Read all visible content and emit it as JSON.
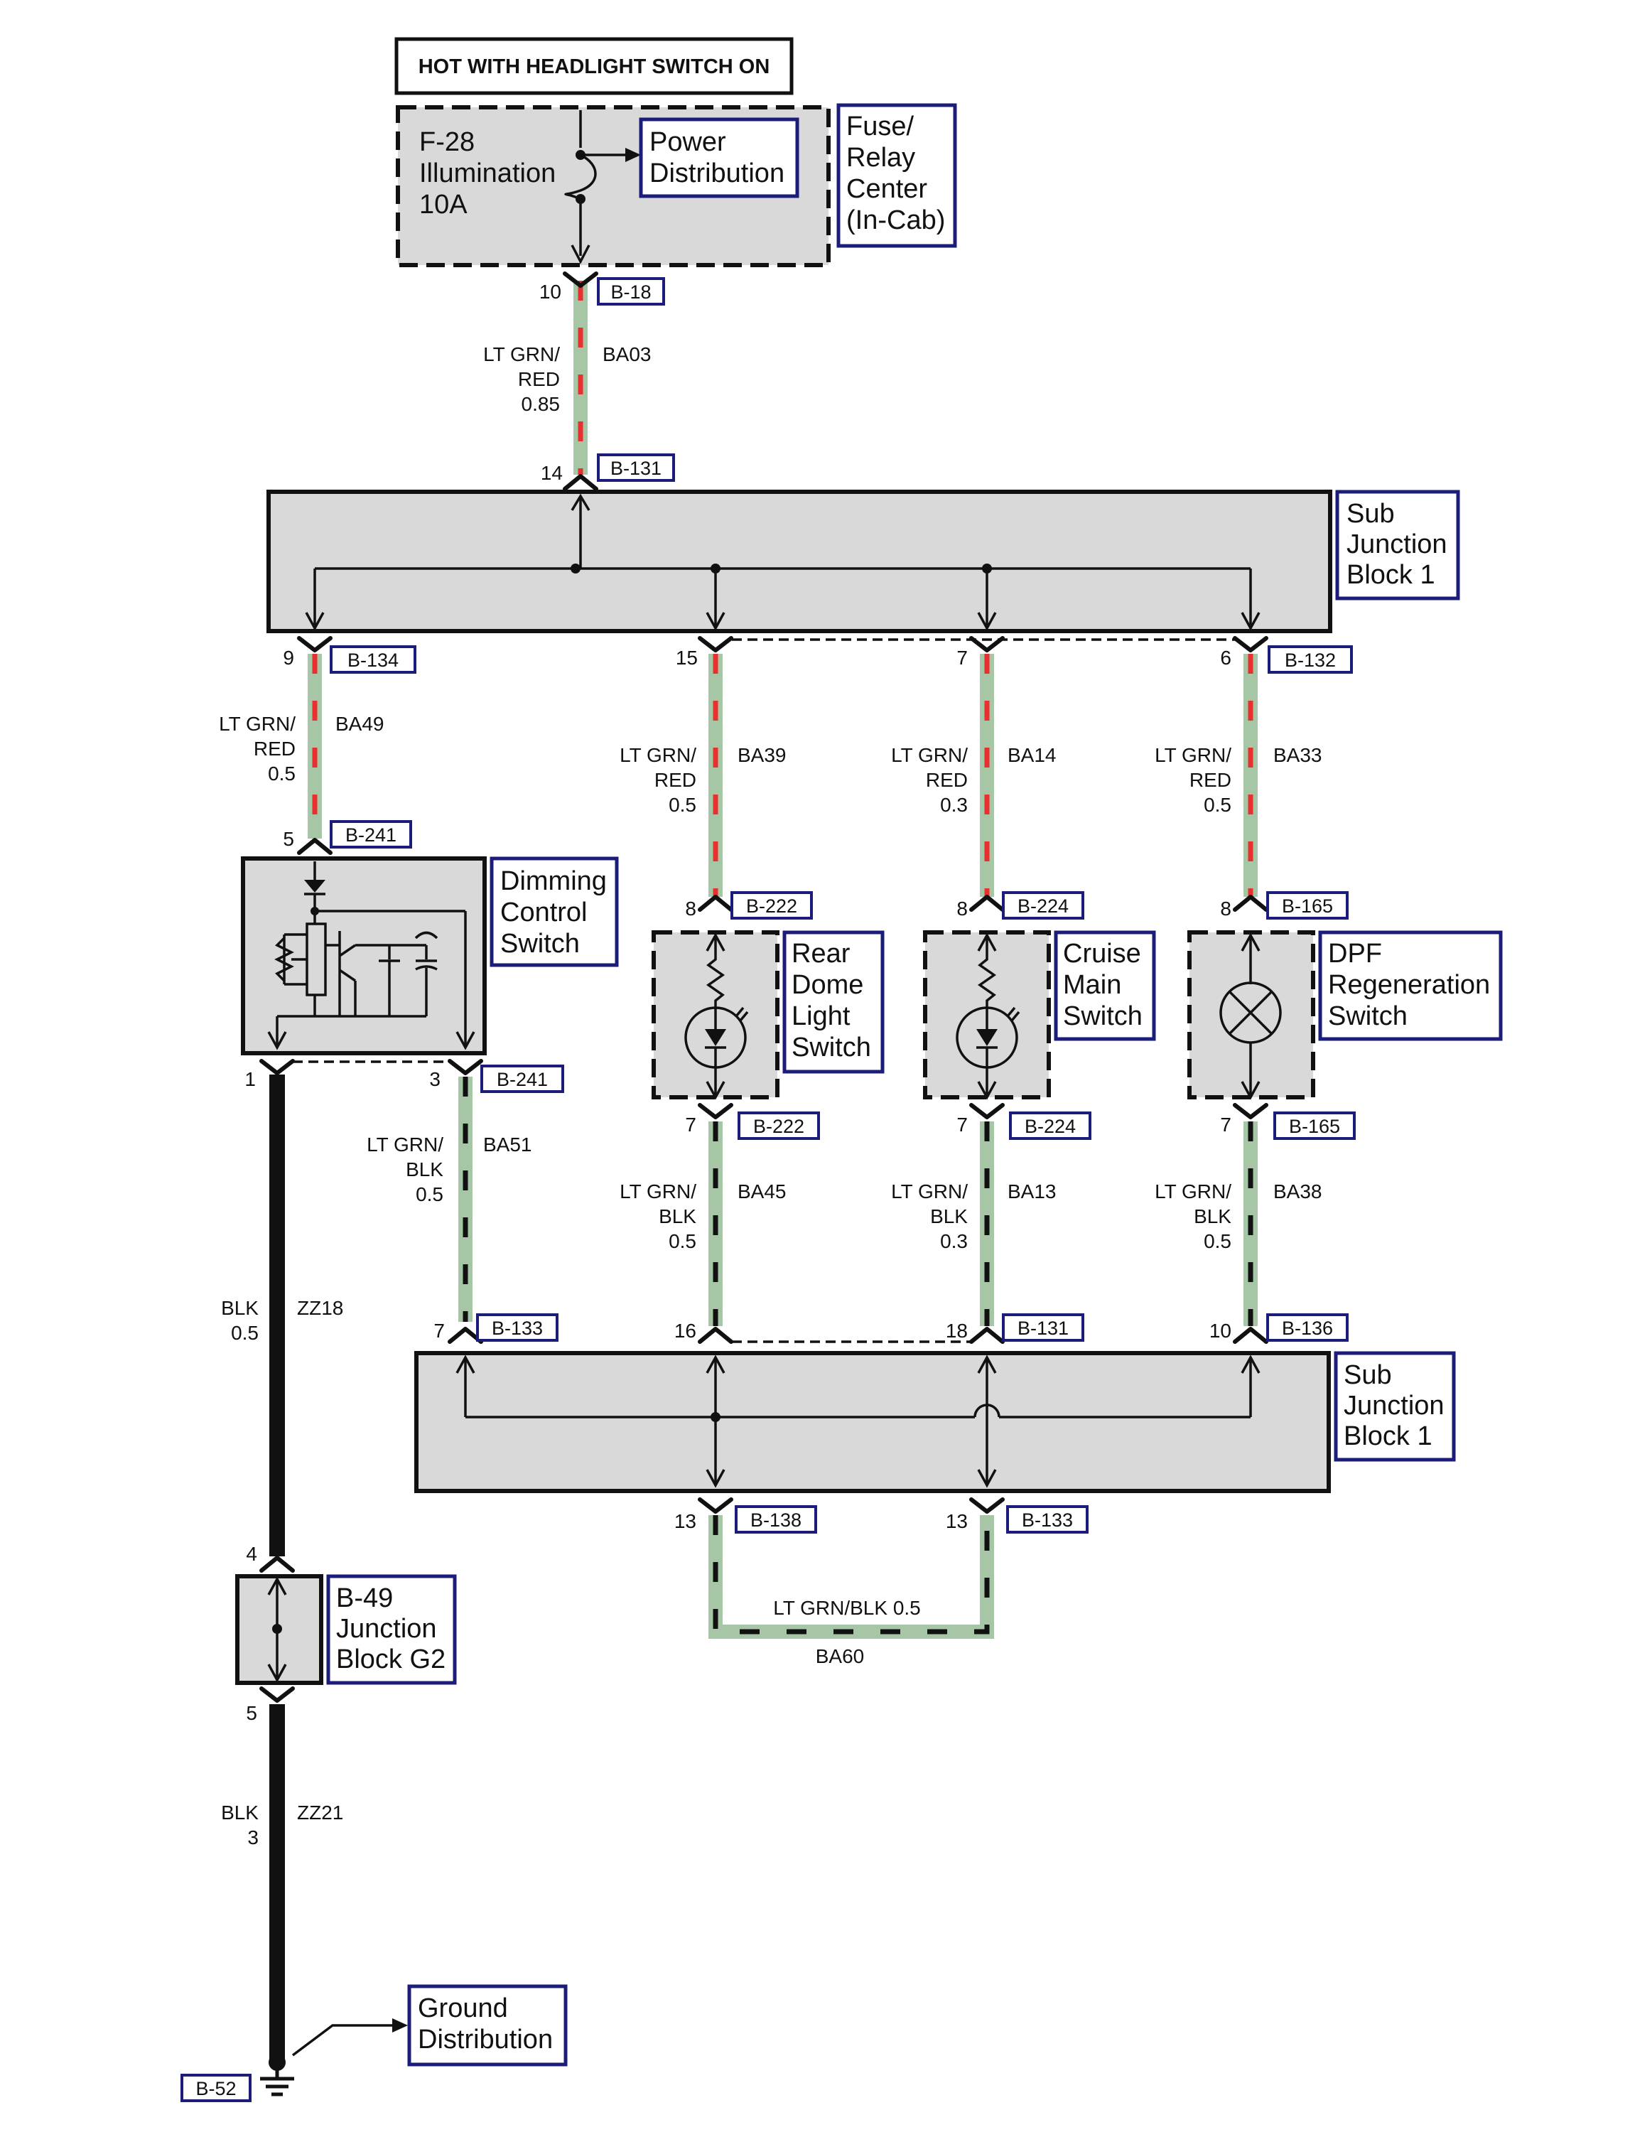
{
  "banner": "HOT WITH HEADLIGHT SWITCH ON",
  "fuse": {
    "line1": "F-28",
    "line2": "Illumination",
    "line3": "10A"
  },
  "power_distribution": {
    "line1": "Power",
    "line2": "Distribution"
  },
  "fuse_relay_center": {
    "line1": "Fuse/",
    "line2": "Relay",
    "line3": "Center",
    "line4": "(In-Cab)"
  },
  "sub_junction_top": {
    "line1": "Sub",
    "line2": "Junction",
    "line3": "Block 1"
  },
  "sub_junction_bottom": {
    "line1": "Sub",
    "line2": "Junction",
    "line3": "Block 1"
  },
  "dimming_switch": {
    "line1": "Dimming",
    "line2": "Control",
    "line3": "Switch"
  },
  "rear_dome_switch": {
    "line1": "Rear",
    "line2": "Dome",
    "line3": "Light",
    "line4": "Switch"
  },
  "cruise_switch": {
    "line1": "Cruise",
    "line2": "Main",
    "line3": "Switch"
  },
  "dpf_switch": {
    "line1": "DPF",
    "line2": "Regeneration",
    "line3": "Switch"
  },
  "junction_g2": {
    "line1": "B-49",
    "line2": "Junction",
    "line3": "Block G2"
  },
  "ground_distribution": {
    "line1": "Ground",
    "line2": "Distribution"
  },
  "ground_connector": "B-52",
  "connectors": {
    "b18": "B-18",
    "b131_top": "B-131",
    "b134": "B-134",
    "b132": "B-132",
    "b241_a": "B-241",
    "b241_b": "B-241",
    "b222_a": "B-222",
    "b222_b": "B-222",
    "b224_a": "B-224",
    "b224_b": "B-224",
    "b165_a": "B-165",
    "b165_b": "B-165",
    "b133_a": "B-133",
    "b131_b": "B-131",
    "b136": "B-136",
    "b138": "B-138",
    "b133_b": "B-133"
  },
  "pins": {
    "p10": "10",
    "p14": "14",
    "p9": "9",
    "p15": "15",
    "p7a": "7",
    "p6": "6",
    "p5a": "5",
    "p8a": "8",
    "p8b": "8",
    "p8c": "8",
    "p1": "1",
    "p3": "3",
    "p7b": "7",
    "p7c": "7",
    "p7d": "7",
    "p7e": "7",
    "p16": "16",
    "p18": "18",
    "p10b": "10",
    "p13a": "13",
    "p13b": "13",
    "p4": "4",
    "p5b": "5"
  },
  "wires": {
    "ba03": {
      "color_1": "LT GRN/",
      "color_2": "RED",
      "gauge": "0.85",
      "circuit": "BA03"
    },
    "ba49": {
      "color_1": "LT GRN/",
      "color_2": "RED",
      "gauge": "0.5",
      "circuit": "BA49"
    },
    "ba39": {
      "color_1": "LT GRN/",
      "color_2": "RED",
      "gauge": "0.5",
      "circuit": "BA39"
    },
    "ba14": {
      "color_1": "LT GRN/",
      "color_2": "RED",
      "gauge": "0.3",
      "circuit": "BA14"
    },
    "ba33": {
      "color_1": "LT GRN/",
      "color_2": "RED",
      "gauge": "0.5",
      "circuit": "BA33"
    },
    "ba51": {
      "color_1": "LT GRN/",
      "color_2": "BLK",
      "gauge": "0.5",
      "circuit": "BA51"
    },
    "ba45": {
      "color_1": "LT GRN/",
      "color_2": "BLK",
      "gauge": "0.5",
      "circuit": "BA45"
    },
    "ba13": {
      "color_1": "LT GRN/",
      "color_2": "BLK",
      "gauge": "0.3",
      "circuit": "BA13"
    },
    "ba38": {
      "color_1": "LT GRN/",
      "color_2": "BLK",
      "gauge": "0.5",
      "circuit": "BA38"
    },
    "zz18": {
      "color": "BLK",
      "gauge": "0.5",
      "circuit": "ZZ18"
    },
    "zz21": {
      "color": "BLK",
      "gauge": "3",
      "circuit": "ZZ21"
    },
    "ba60": {
      "label": "LT GRN/BLK 0.5",
      "circuit": "BA60"
    }
  },
  "colors": {
    "lt_grn": "#a6c6a6",
    "red_stripe": "#e83030",
    "blk": "#111111",
    "component_fill": "#d9d9d9",
    "label_border": "#1c1c7a"
  }
}
